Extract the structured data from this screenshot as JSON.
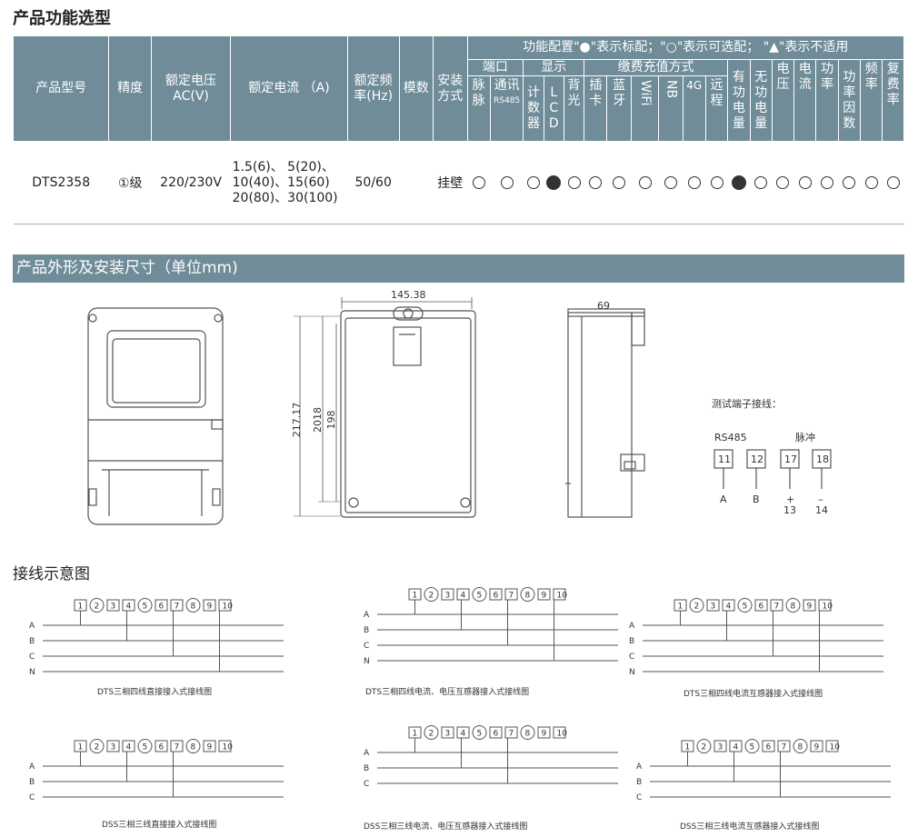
{
  "section1_title": "产品功能选型",
  "table": {
    "headers": {
      "model": "产品型号",
      "accuracy": "精度",
      "voltage_l1": "额定电压",
      "voltage_l2": "AC(V)",
      "current": "额定电流 （A)",
      "freq_l1": "额定频",
      "freq_l2": "率(Hz)",
      "modules": "模数",
      "install_l1": "安装",
      "install_l2": "方式",
      "feature_config": "功能配置\"●\"表示标配；\"○\"表示可选配；  \"▲\"表示不适用",
      "port_group": "端口",
      "display_group": "显示",
      "payment_group": "缴费充值方式",
      "active_l1": "有",
      "active_l2": "功",
      "active_l3": "电",
      "active_l4": "量",
      "reactive_l1": "无",
      "reactive_l2": "功",
      "reactive_l3": "电",
      "reactive_l4": "量",
      "voltage_f_l1": "电",
      "voltage_f_l2": "压",
      "current_f_l1": "电",
      "current_f_l2": "流",
      "power_l1": "功",
      "power_l2": "率",
      "pf_l1": "功",
      "pf_l2": "率",
      "pf_l3": "因",
      "pf_l4": "数",
      "freq_f_l1": "频",
      "freq_f_l2": "率",
      "multi_l1": "复",
      "multi_l2": "费",
      "multi_l3": "率",
      "pulse_l1": "脉",
      "pulse_l2": "脉",
      "comm_l1": "通讯",
      "comm_l2": "RS485",
      "counter_l1": "计",
      "counter_l2": "数",
      "counter_l3": "器",
      "lcd_l1": "L",
      "lcd_l2": "C",
      "lcd_l3": "D",
      "backlight_l1": "背",
      "backlight_l2": "光",
      "card_l1": "插",
      "card_l2": "卡",
      "bt_l1": "蓝",
      "bt_l2": "牙",
      "wifi": "WiFi",
      "nb": "NB",
      "g4": "4G",
      "remote_l1": "远",
      "remote_l2": "程"
    },
    "row": {
      "model": "DTS2358",
      "accuracy": "①级",
      "voltage": "220/230V",
      "current_l1": "1.5(6)、   5(20)、",
      "current_l2": "10(40)、15(60)",
      "current_l3": "20(80)、30(100)",
      "freq": "50/60",
      "modules": "",
      "install": "挂壁",
      "features": [
        "○",
        "○",
        "○",
        "●",
        "○",
        "○",
        "○",
        "○",
        "○",
        "○",
        "○",
        "●",
        "○",
        "○",
        "○",
        "○",
        "○",
        "○",
        "○"
      ]
    }
  },
  "section2_title": "产品外形及安装尺寸（单位mm)",
  "dims": {
    "width": "145.38",
    "height_total": "217.17",
    "height_mid": "2018",
    "height_inner": "198",
    "depth": "69"
  },
  "terminals": {
    "title": "测试端子接线：",
    "rs485_label": "RS485",
    "pulse_label": "脉冲",
    "boxes": [
      "11",
      "12",
      "17",
      "18"
    ],
    "under": [
      "A",
      "B",
      "+",
      "–"
    ],
    "under2": [
      "",
      "",
      "13",
      "14"
    ]
  },
  "section3_title": "接线示意图",
  "wiring": {
    "terminal_nums": [
      "1",
      "2",
      "3",
      "4",
      "5",
      "6",
      "7",
      "8",
      "9",
      "10"
    ],
    "phase_4": [
      "A",
      "B",
      "C",
      "N"
    ],
    "phase_3": [
      "A",
      "B",
      "C"
    ],
    "captions": [
      "DTS三相四线直接接入式接线图",
      "DTS三相四线电流、电压互感器接入式接线图",
      "DTS三相四线电流互感器接入式接线图",
      "DSS三相三线直接接入式接线图",
      "DSS三相三线电流、电压互感器接入式接线图",
      "DSS三相三线电流互感器接入式接线图"
    ]
  }
}
